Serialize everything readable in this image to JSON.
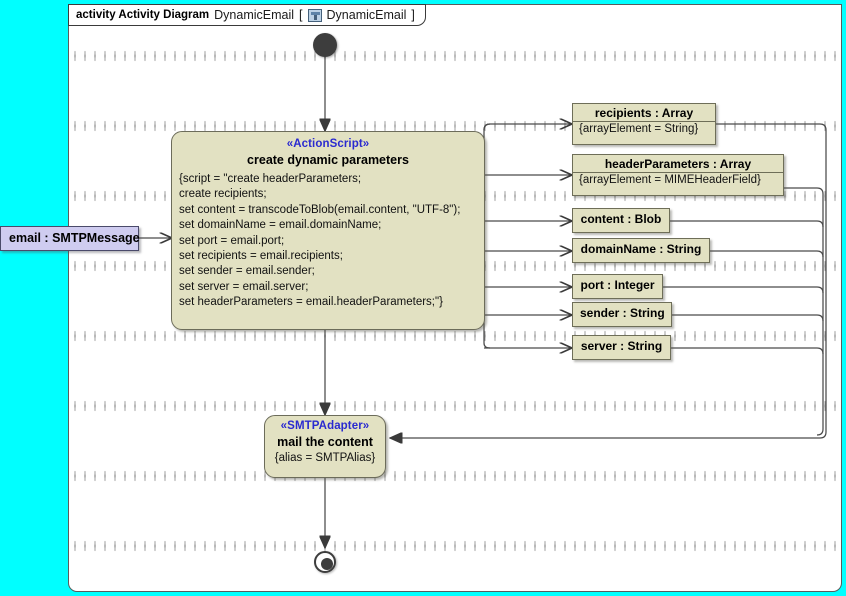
{
  "canvas": {
    "margin_color": "#00FFFF",
    "background_color": "#FFFFFF",
    "node_fill": "#E2E1C2",
    "pin_fill": "#CFCCF0",
    "stereotype_color": "#2A2AD0"
  },
  "frame": {
    "keyword": "activity Activity Diagram",
    "name": "DynamicEmail",
    "bracket_open": "[",
    "icon": "activity-class-icon",
    "context": "DynamicEmail",
    "bracket_close": "]"
  },
  "nodes": {
    "initial": {
      "name": "initial-node"
    },
    "final": {
      "name": "activity-final-node"
    },
    "action_script": {
      "stereotype": "«ActionScript»",
      "title": "create dynamic parameters",
      "body": "{script = \"create headerParameters;\ncreate recipients;\nset content = transcodeToBlob(email.content, \"UTF-8\");\nset domainName = email.domainName;\nset port = email.port;\nset recipients = email.recipients;\nset sender = email.sender;\nset server = email.server;\nset headerParameters = email.headerParameters;\"}"
    },
    "action_adapter": {
      "stereotype": "«SMTPAdapter»",
      "title": "mail the content",
      "note": "{alias = SMTPAlias}"
    },
    "input_pin": {
      "label": "email : SMTPMessage"
    }
  },
  "objects": [
    {
      "title": "recipients : Array",
      "constraint": "{arrayElement = String}"
    },
    {
      "title": "headerParameters : Array",
      "constraint": "{arrayElement = MIMEHeaderField}"
    },
    {
      "title": "content : Blob",
      "constraint": ""
    },
    {
      "title": "domainName : String",
      "constraint": ""
    },
    {
      "title": "port : Integer",
      "constraint": ""
    },
    {
      "title": "sender : String",
      "constraint": ""
    },
    {
      "title": "server : String",
      "constraint": ""
    }
  ]
}
